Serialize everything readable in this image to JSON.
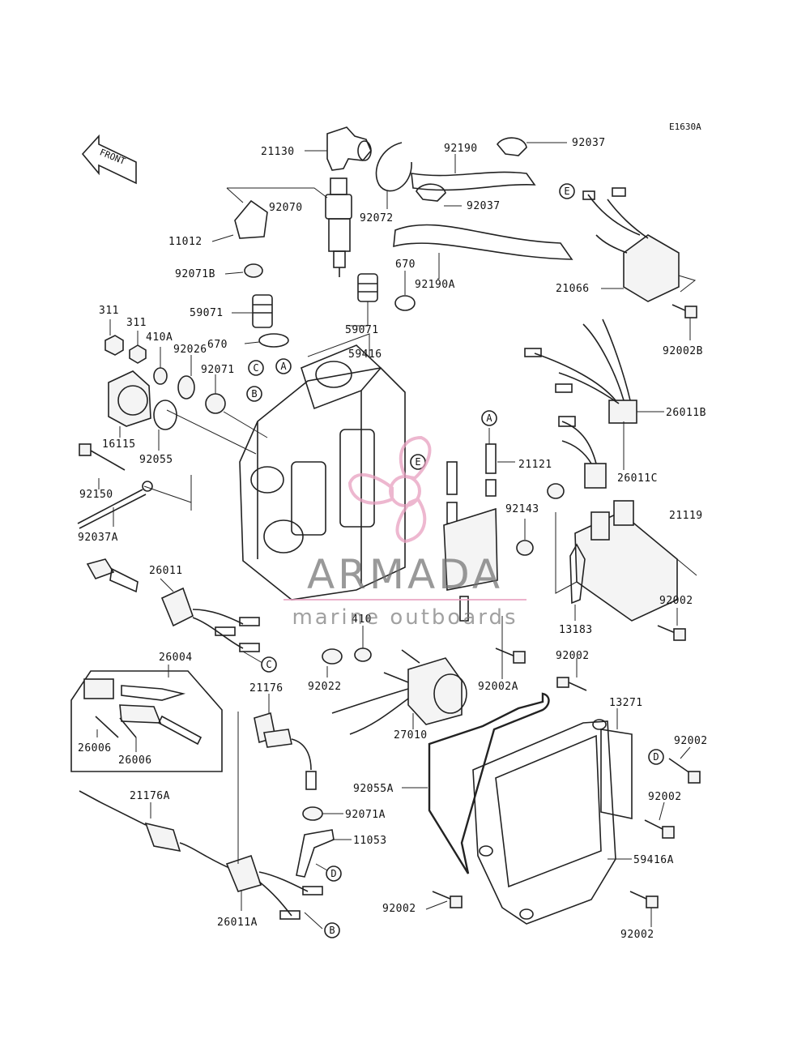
{
  "drawing_code": "E1630A",
  "front_label": "FRONT",
  "watermark": {
    "brand": "ARMADA",
    "tagline": "marine outboards",
    "accent_color": "#e8a0c0",
    "text_color": "#6f6f6f"
  },
  "callouts": [
    "A",
    "B",
    "C",
    "D",
    "E"
  ],
  "part_labels": [
    "21130",
    "92190",
    "92037",
    "92070",
    "92072",
    "92037",
    "11012",
    "670",
    "92190A",
    "92071B",
    "21066",
    "59071",
    "59071",
    "92002B",
    "311",
    "311",
    "410A",
    "670",
    "59416",
    "92026",
    "92071",
    "16115",
    "92055",
    "26011B",
    "21121",
    "92150",
    "26011C",
    "92143",
    "21119",
    "92037A",
    "26011",
    "92002",
    "13183",
    "410",
    "26004",
    "92022",
    "92002A",
    "92002",
    "21176",
    "13271",
    "27010",
    "92002",
    "26006",
    "26006",
    "92055A",
    "92002",
    "21176A",
    "92071A",
    "11053",
    "59416A",
    "92002",
    "26011A",
    "92002"
  ]
}
